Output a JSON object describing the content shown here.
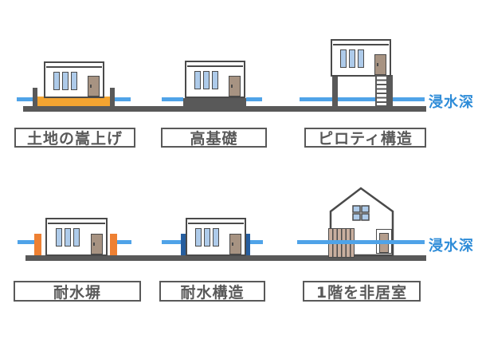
{
  "flood_depth_label": "浸水深",
  "panels": [
    {
      "label": "土地の嵩上げ"
    },
    {
      "label": "高基礎"
    },
    {
      "label": "ピロティ構造"
    },
    {
      "label": "耐水塀"
    },
    {
      "label": "耐水構造"
    },
    {
      "label": "1階を非居室"
    }
  ],
  "colors": {
    "outline": "#4a4a4a",
    "ground": "#595959",
    "label": "#595959",
    "water": "#4FA3E8",
    "water_text": "#2E8CD8",
    "window": "#AECBEA",
    "door": "#A79382",
    "door2": "#B59E8D",
    "slats": "#C9AF9F",
    "mound_orange": "#F3A431",
    "wall_orange": "#EE8032",
    "wall_blue": "#265E9F"
  }
}
